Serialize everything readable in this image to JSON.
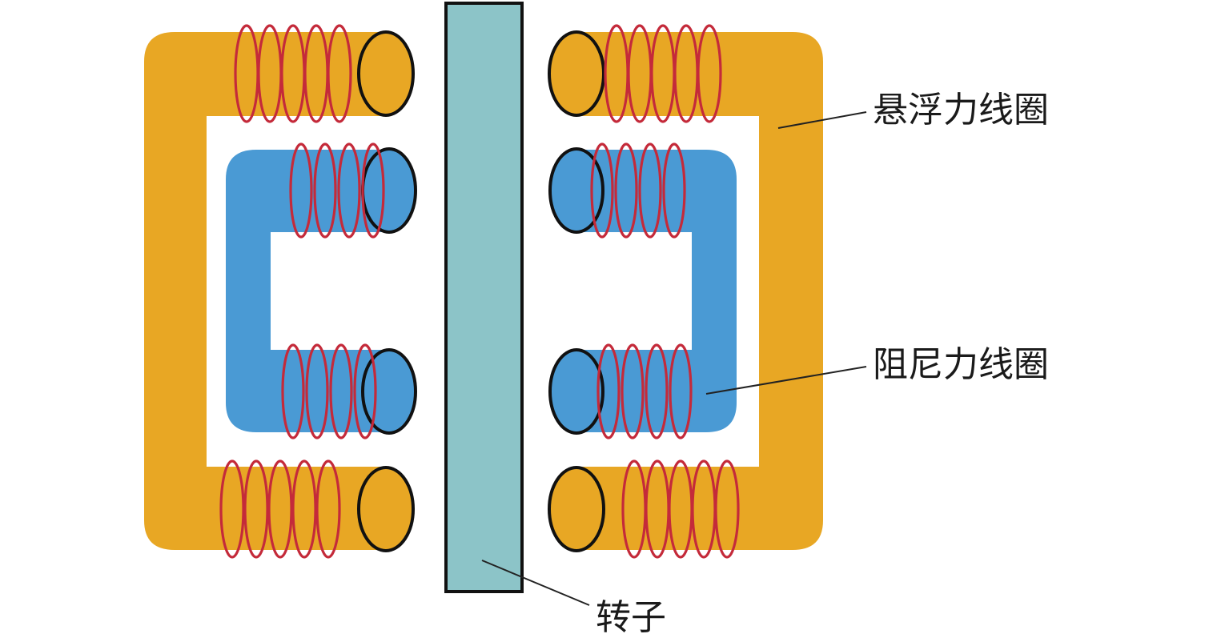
{
  "labels": {
    "levitation_coil": "悬浮力线圈",
    "damping_coil": "阻尼力线圈",
    "rotor": "转子"
  },
  "colors": {
    "levitation_core": "#E8A724",
    "damping_core": "#4A9AD4",
    "rotor": "#8CC4C8",
    "coil_wire": "#C42A3A",
    "outline": "#111111",
    "leader_line": "#222222"
  }
}
